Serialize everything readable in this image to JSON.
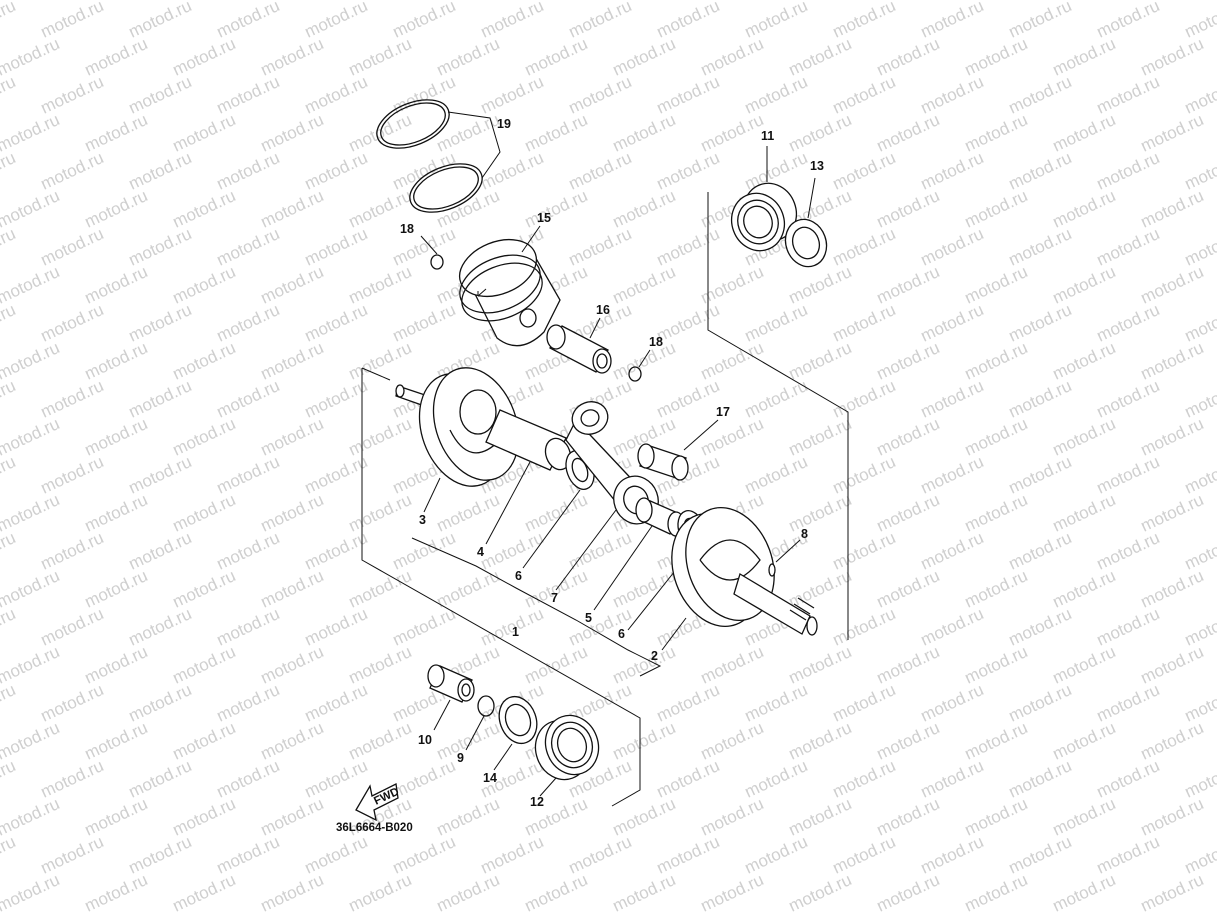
{
  "watermark": "motod.ru",
  "diagram_code": "36L6664-B020",
  "fwd_label": "FWD",
  "callouts": {
    "n1": "1",
    "n2": "2",
    "n3": "3",
    "n4": "4",
    "n5": "5",
    "n6a": "6",
    "n6b": "6",
    "n7": "7",
    "n8": "8",
    "n9": "9",
    "n10": "10",
    "n11": "11",
    "n12": "12",
    "n13": "13",
    "n14": "14",
    "n15": "15",
    "n16": "16",
    "n17": "17",
    "n18a": "18",
    "n18b": "18",
    "n19": "19"
  }
}
